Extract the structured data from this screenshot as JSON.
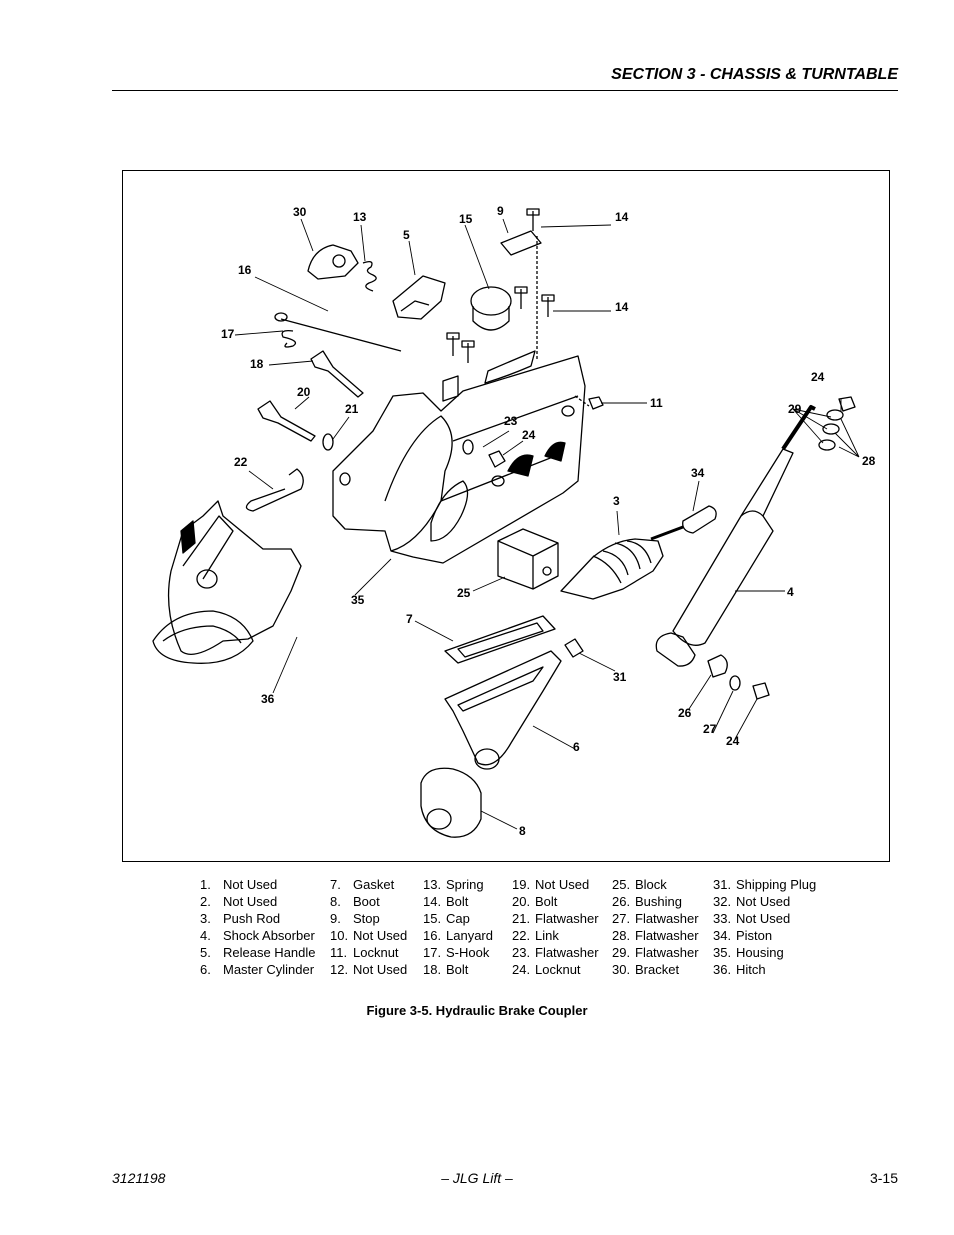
{
  "header": {
    "section_title": "SECTION 3 - CHASSIS & TURNTABLE"
  },
  "figure": {
    "caption": "Figure 3-5.  Hydraulic Brake Coupler",
    "callouts": [
      "30",
      "13",
      "9",
      "14",
      "5",
      "15",
      "16",
      "14",
      "17",
      "18",
      "24",
      "11",
      "20",
      "21",
      "29",
      "23",
      "24",
      "28",
      "22",
      "34",
      "3",
      "4",
      "35",
      "25",
      "7",
      "31",
      "36",
      "6",
      "26",
      "27",
      "24",
      "8"
    ]
  },
  "parts_list": {
    "columns": [
      [
        {
          "n": "1.",
          "t": "Not Used"
        },
        {
          "n": "2.",
          "t": "Not Used"
        },
        {
          "n": "3.",
          "t": "Push Rod"
        },
        {
          "n": "4.",
          "t": "Shock Absorber"
        },
        {
          "n": "5.",
          "t": "Release Handle"
        },
        {
          "n": "6.",
          "t": "Master Cylinder"
        }
      ],
      [
        {
          "n": "7.",
          "t": "Gasket"
        },
        {
          "n": "8.",
          "t": "Boot"
        },
        {
          "n": "9.",
          "t": "Stop"
        },
        {
          "n": "10.",
          "t": "Not Used"
        },
        {
          "n": "11.",
          "t": "Locknut"
        },
        {
          "n": "12.",
          "t": "Not Used"
        }
      ],
      [
        {
          "n": "13.",
          "t": "Spring"
        },
        {
          "n": "14.",
          "t": "Bolt"
        },
        {
          "n": "15.",
          "t": "Cap"
        },
        {
          "n": "16.",
          "t": "Lanyard"
        },
        {
          "n": "17.",
          "t": "S-Hook"
        },
        {
          "n": "18.",
          "t": "Bolt"
        }
      ],
      [
        {
          "n": "19.",
          "t": "Not Used"
        },
        {
          "n": "20.",
          "t": "Bolt"
        },
        {
          "n": "21.",
          "t": "Flatwasher"
        },
        {
          "n": "22.",
          "t": "Link"
        },
        {
          "n": "23.",
          "t": "Flatwasher"
        },
        {
          "n": "24.",
          "t": "Locknut"
        }
      ],
      [
        {
          "n": "25.",
          "t": "Block"
        },
        {
          "n": "26.",
          "t": "Bushing"
        },
        {
          "n": "27.",
          "t": "Flatwasher"
        },
        {
          "n": "28.",
          "t": "Flatwasher"
        },
        {
          "n": "29.",
          "t": "Flatwasher"
        },
        {
          "n": "30.",
          "t": "Bracket"
        }
      ],
      [
        {
          "n": "31.",
          "t": "Shipping Plug"
        },
        {
          "n": "32.",
          "t": "Not Used"
        },
        {
          "n": "33.",
          "t": "Not Used"
        },
        {
          "n": "34.",
          "t": "Piston"
        },
        {
          "n": "35.",
          "t": "Housing"
        },
        {
          "n": "36.",
          "t": "Hitch"
        }
      ]
    ]
  },
  "footer": {
    "doc_number": "3121198",
    "center": "– JLG Lift –",
    "page": "3-15"
  }
}
